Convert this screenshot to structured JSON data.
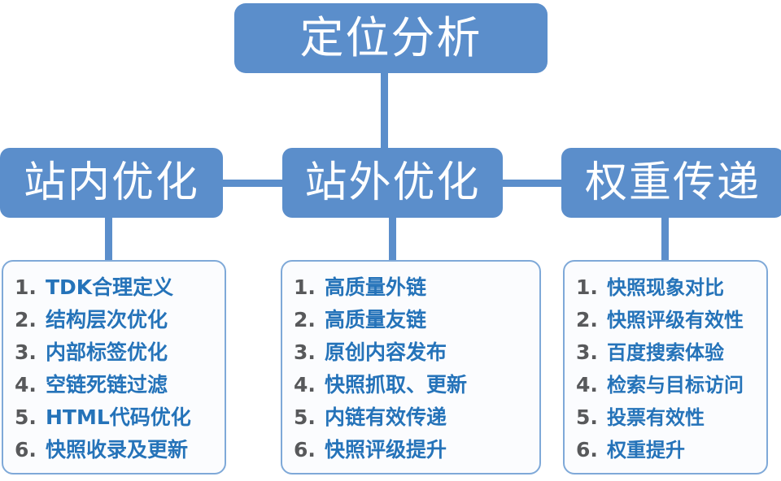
{
  "diagram": {
    "type": "tree-hierarchy",
    "root": {
      "label": "定位分析"
    },
    "branches": [
      {
        "id": "onsite",
        "label": "站内优化",
        "items": [
          {
            "num": "1.",
            "text": "TDK合理定义"
          },
          {
            "num": "2.",
            "text": "结构层次优化"
          },
          {
            "num": "3.",
            "text": "内部标签优化"
          },
          {
            "num": "4.",
            "text": "空链死链过滤"
          },
          {
            "num": "5.",
            "text": "HTML代码优化"
          },
          {
            "num": "6.",
            "text": "快照收录及更新"
          }
        ]
      },
      {
        "id": "offsite",
        "label": "站外优化",
        "items": [
          {
            "num": "1.",
            "text": "高质量外链"
          },
          {
            "num": "2.",
            "text": "高质量友链"
          },
          {
            "num": "3.",
            "text": "原创内容发布"
          },
          {
            "num": "4.",
            "text": "快照抓取、更新"
          },
          {
            "num": "5.",
            "text": "内链有效传递"
          },
          {
            "num": "6.",
            "text": "快照评级提升"
          }
        ]
      },
      {
        "id": "weight",
        "label": "权重传递",
        "items": [
          {
            "num": "1.",
            "text": "快照现象对比"
          },
          {
            "num": "2.",
            "text": "快照评级有效性"
          },
          {
            "num": "3.",
            "text": "百度搜索体验"
          },
          {
            "num": "4.",
            "text": "检索与目标访问"
          },
          {
            "num": "5.",
            "text": "投票有效性"
          },
          {
            "num": "6.",
            "text": "权重提升"
          }
        ]
      }
    ],
    "colors": {
      "node_fill": "#5B8ECB",
      "node_text": "#FFFFFF",
      "panel_border": "#7FA9D8",
      "panel_fill": "#FBFCFE",
      "item_number": "#58595B",
      "item_text": "#2573B9",
      "connector": "#5B8ECB",
      "background": "#FFFFFF"
    }
  }
}
